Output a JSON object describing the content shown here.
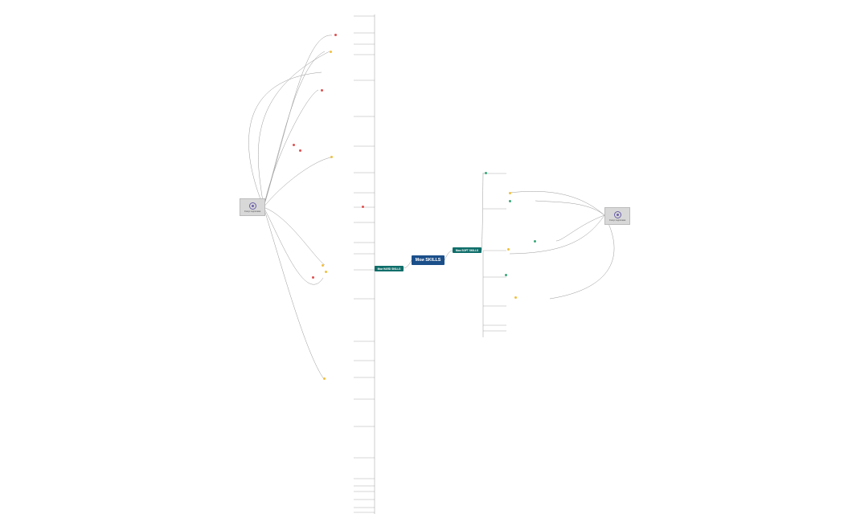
{
  "root": {
    "label": "Мои SKILLS"
  },
  "hard_branch": {
    "label": "Мои HARD SKILLS"
  },
  "soft_branch": {
    "label": "Мои SOFT SKILLS"
  },
  "left_goal": {
    "label": "Статус подготовки",
    "icon": "target-icon"
  },
  "right_goal": {
    "label": "Статус подготовки",
    "icon": "target-icon"
  },
  "colors": {
    "root": "#1b4f8a",
    "branch": "#0f6e6a",
    "line": "#999999",
    "marker_red": "#e05050",
    "marker_yellow": "#f0c040",
    "marker_green": "#3aa87a"
  }
}
